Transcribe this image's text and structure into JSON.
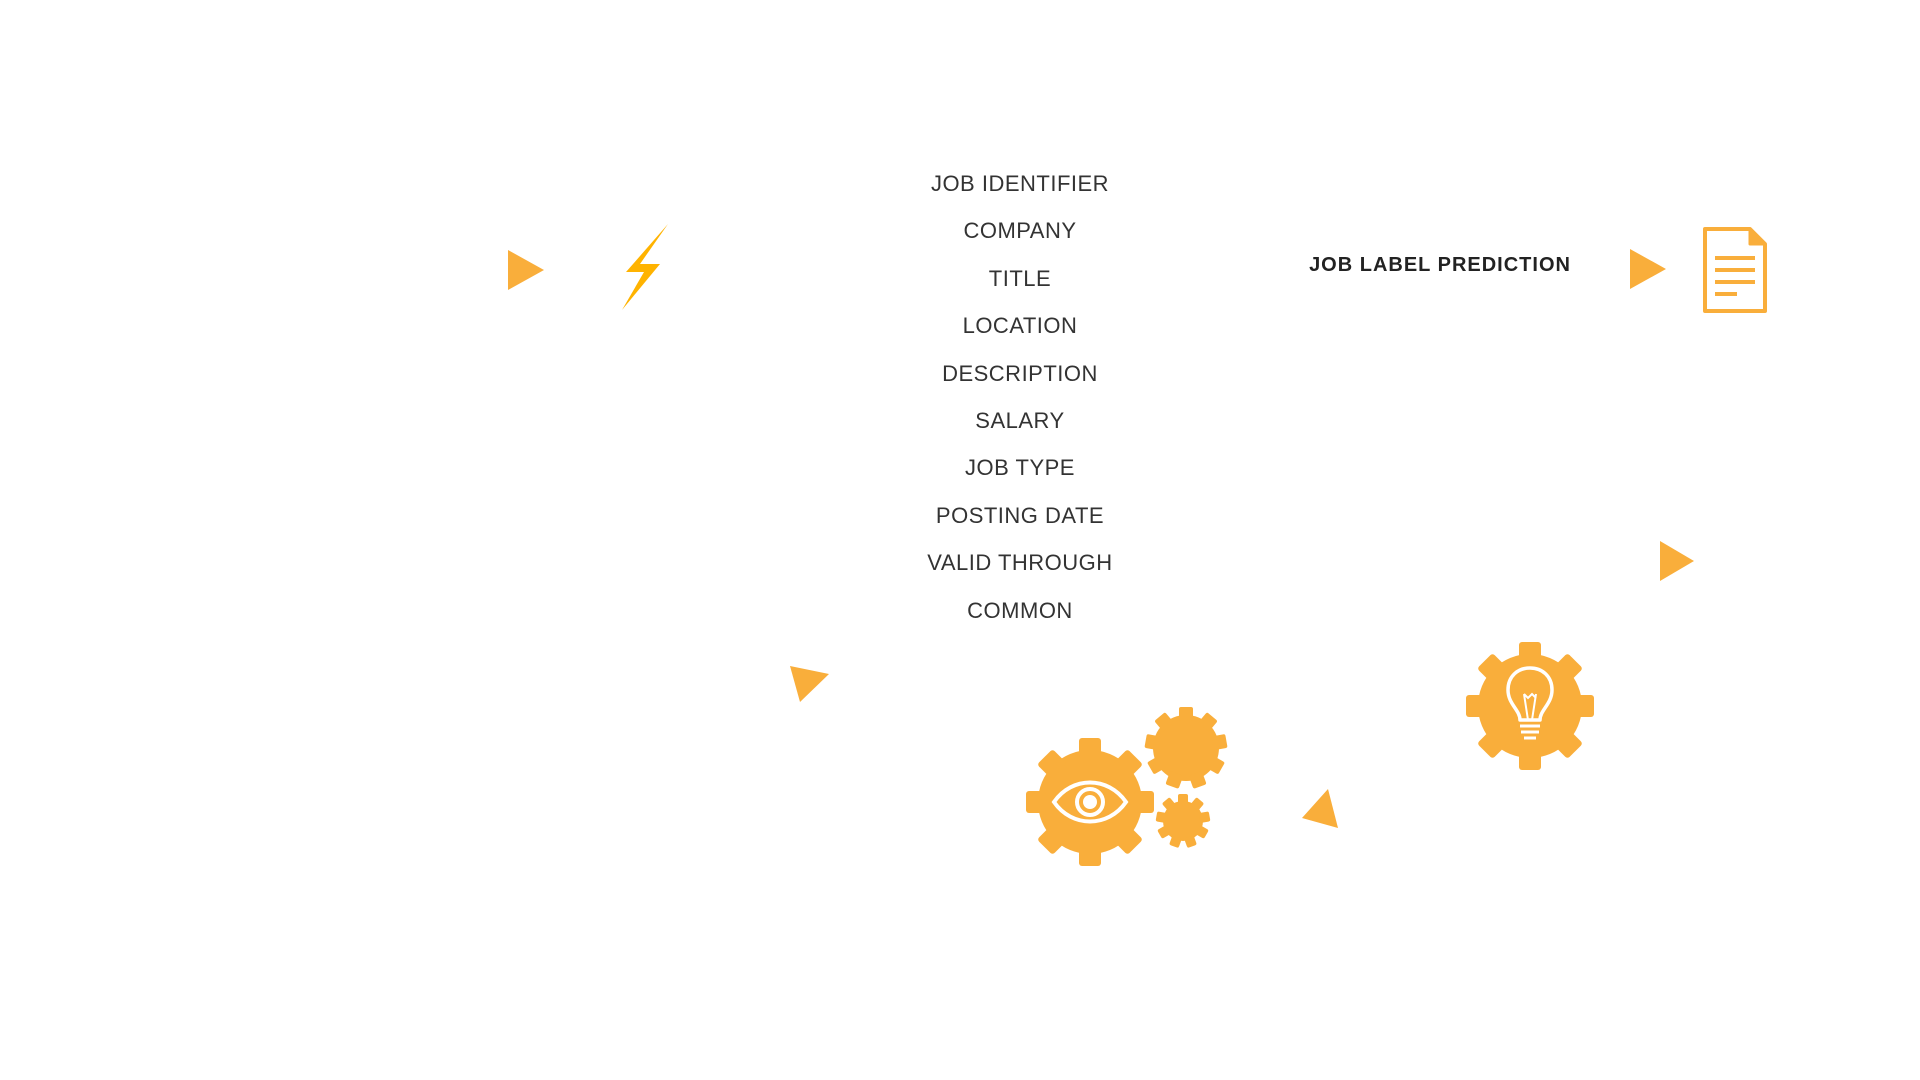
{
  "fields": [
    {
      "label": "JOB IDENTIFIER"
    },
    {
      "label": "COMPANY"
    },
    {
      "label": "TITLE"
    },
    {
      "label": "LOCATION"
    },
    {
      "label": "DESCRIPTION"
    },
    {
      "label": "SALARY"
    },
    {
      "label": "JOB TYPE"
    },
    {
      "label": "POSTING DATE"
    },
    {
      "label": "VALID THROUGH"
    },
    {
      "label": "COMMON"
    }
  ],
  "prediction_label": "JOB LABEL PREDICTION",
  "colors": {
    "accent": "#F9AE3B",
    "bolt": "#FFB300",
    "text": "#333333",
    "prediction_text": "#222222"
  },
  "icons": [
    "play-arrow-icon",
    "lightning-bolt-icon",
    "document-icon",
    "gear-eye-icon",
    "gear-icon",
    "gear-lightbulb-icon"
  ]
}
